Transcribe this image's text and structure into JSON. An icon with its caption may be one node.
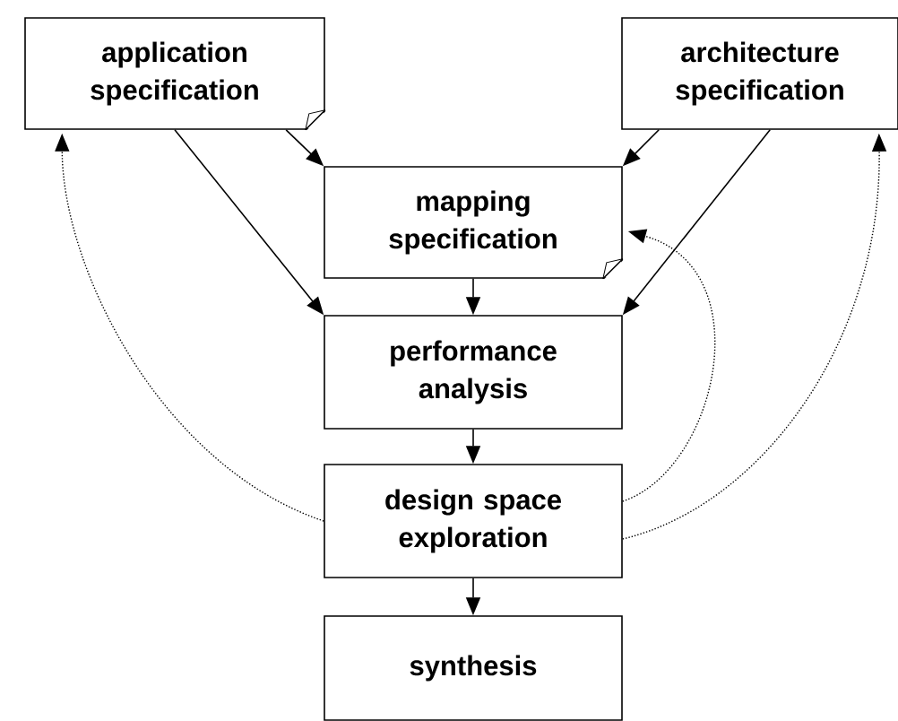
{
  "diagram": {
    "nodes": [
      {
        "text": [
          "application specification"
        ]
      },
      {
        "text": [
          "architecture specification"
        ]
      },
      {
        "text": [
          "mapping specification"
        ]
      },
      {
        "text": [
          "performance analysis"
        ]
      },
      {
        "text": [
          "design space exploration"
        ]
      },
      {
        "text": [
          "synthesis"
        ]
      }
    ],
    "edges": [
      {
        "from": 0,
        "to": 2,
        "arrow": "to"
      },
      {
        "from": 0,
        "to": 3,
        "arrow": "to"
      },
      {
        "from": 1,
        "to": 2,
        "arrow": "to"
      },
      {
        "from": 1,
        "to": 3,
        "arrow": "to"
      },
      {
        "from": 2,
        "to": 3,
        "arrow": "to"
      },
      {
        "from": 3,
        "to": 4,
        "arrow": "to"
      },
      {
        "from": 4,
        "to": 5,
        "arrow": "to"
      },
      {
        "from": 4,
        "to": 0,
        "arrow": "to",
        "style": "dashed"
      },
      {
        "from": 4,
        "to": 2,
        "arrow": "to",
        "style": "dashed"
      },
      {
        "from": 4,
        "to": 1,
        "arrow": "to",
        "style": "dashed"
      }
    ]
  }
}
